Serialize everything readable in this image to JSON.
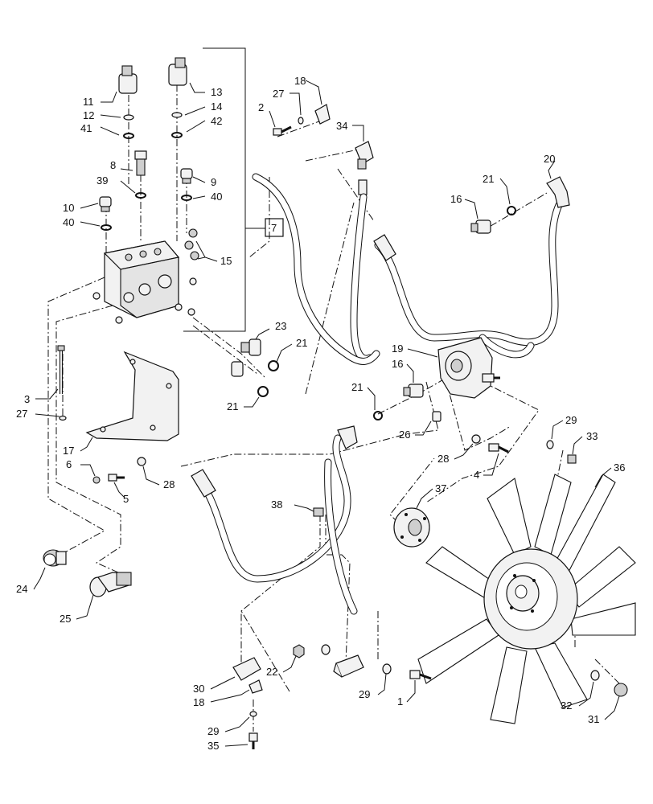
{
  "callouts": [
    {
      "id": "c11",
      "text": "11"
    },
    {
      "id": "c12",
      "text": "12"
    },
    {
      "id": "c41",
      "text": "41"
    },
    {
      "id": "c13",
      "text": "13"
    },
    {
      "id": "c14",
      "text": "14"
    },
    {
      "id": "c42",
      "text": "42"
    },
    {
      "id": "c8",
      "text": "8"
    },
    {
      "id": "c39",
      "text": "39"
    },
    {
      "id": "c9",
      "text": "9"
    },
    {
      "id": "c40a",
      "text": "40"
    },
    {
      "id": "c10",
      "text": "10"
    },
    {
      "id": "c40b",
      "text": "40"
    },
    {
      "id": "c15",
      "text": "15"
    },
    {
      "id": "c7",
      "text": "7"
    },
    {
      "id": "c2",
      "text": "2"
    },
    {
      "id": "c27a",
      "text": "27"
    },
    {
      "id": "c18a",
      "text": "18"
    },
    {
      "id": "c34",
      "text": "34"
    },
    {
      "id": "c20",
      "text": "20"
    },
    {
      "id": "c21a",
      "text": "21"
    },
    {
      "id": "c16a",
      "text": "16"
    },
    {
      "id": "c23",
      "text": "23"
    },
    {
      "id": "c21b",
      "text": "21"
    },
    {
      "id": "c21c",
      "text": "21"
    },
    {
      "id": "c19",
      "text": "19"
    },
    {
      "id": "c16b",
      "text": "16"
    },
    {
      "id": "c21d",
      "text": "21"
    },
    {
      "id": "c3",
      "text": "3"
    },
    {
      "id": "c27b",
      "text": "27"
    },
    {
      "id": "c17",
      "text": "17"
    },
    {
      "id": "c6",
      "text": "6"
    },
    {
      "id": "c5",
      "text": "5"
    },
    {
      "id": "c28a",
      "text": "28"
    },
    {
      "id": "c26",
      "text": "26"
    },
    {
      "id": "c28b",
      "text": "28"
    },
    {
      "id": "c4",
      "text": "4"
    },
    {
      "id": "c29a",
      "text": "29"
    },
    {
      "id": "c33",
      "text": "33"
    },
    {
      "id": "c36",
      "text": "36"
    },
    {
      "id": "c38",
      "text": "38"
    },
    {
      "id": "c37",
      "text": "37"
    },
    {
      "id": "c24",
      "text": "24"
    },
    {
      "id": "c25",
      "text": "25"
    },
    {
      "id": "c22",
      "text": "22"
    },
    {
      "id": "c30",
      "text": "30"
    },
    {
      "id": "c18b",
      "text": "18"
    },
    {
      "id": "c29b",
      "text": "29"
    },
    {
      "id": "c1",
      "text": "1"
    },
    {
      "id": "c32",
      "text": "32"
    },
    {
      "id": "c31",
      "text": "31"
    },
    {
      "id": "c29c",
      "text": "29"
    },
    {
      "id": "c35",
      "text": "35"
    }
  ]
}
